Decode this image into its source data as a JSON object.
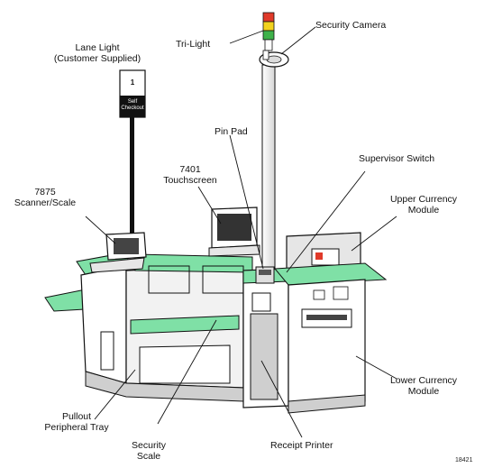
{
  "labels": {
    "lane_light": [
      "Lane Light",
      "(Customer Supplied)"
    ],
    "tri_light": "Tri-Light",
    "security_camera": "Security Camera",
    "pin_pad": "Pin Pad",
    "supervisor_switch": "Supervisor Switch",
    "touchscreen": [
      "7401",
      "Touchscreen"
    ],
    "upper_currency": [
      "Upper Currency",
      "Module"
    ],
    "scanner_scale": [
      "7875",
      "Scanner/Scale"
    ],
    "lower_currency": [
      "Lower Currency",
      "Module"
    ],
    "pullout_tray": [
      "Pullout",
      "Peripheral Tray"
    ],
    "security_scale": [
      "Security",
      "Scale"
    ],
    "receipt_printer": "Receipt Printer"
  },
  "sign": {
    "number": "1",
    "text": [
      "Self",
      "Checkout"
    ]
  },
  "figure_number": "18421",
  "colors": {
    "counter_top": "#7fe0a6",
    "light_red": "#e03a2a",
    "light_yellow": "#f2d21e",
    "light_green": "#3fb24a",
    "outline": "#111111",
    "panel": "#f2f2f2"
  }
}
